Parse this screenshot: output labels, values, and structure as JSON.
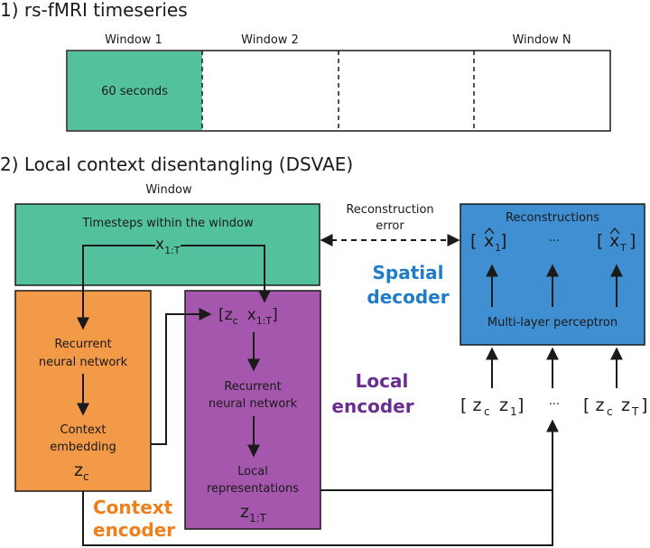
{
  "section1": {
    "title": "1)  rs-fMRI timeseries",
    "window1_label": "Window 1",
    "window2_label": "Window 2",
    "windowN_label": "Window N",
    "segment_text": "60 seconds"
  },
  "section2": {
    "title": "2)  Local context disentangling (DSVAE)",
    "window_title": "Window",
    "timesteps_text": "Timesteps within the window",
    "input_x": "x",
    "input_sub": "1:T",
    "recon_error_1": "Reconstruction",
    "recon_error_2": "error",
    "reconstructions_title": "Reconstructions",
    "xhat_1_sub": "1",
    "xhat_t_sub": "T",
    "ellipsis": "···",
    "mlp_text": "Multi-layer perceptron",
    "spatial_decoder_1": "Spatial",
    "spatial_decoder_2": "decoder",
    "context_rnn_1": "Recurrent",
    "context_rnn_2": "neural network",
    "context_emb_1": "Context",
    "context_emb_2": "embedding",
    "z_c": "z",
    "z_c_sub": "c",
    "context_encoder_1": "Context",
    "context_encoder_2": "encoder",
    "local_input_z": "[z",
    "local_input_c": "c",
    "local_input_x": "x",
    "local_input_sub": "1:T",
    "local_input_close": "]",
    "local_rnn_1": "Recurrent",
    "local_rnn_2": "neural network",
    "local_repr_1": "Local",
    "local_repr_2": "representations",
    "z_1T": "z",
    "z_1T_sub": "1:T",
    "local_encoder_1": "Local",
    "local_encoder_2": "encoder",
    "pair1_open": "[ z",
    "pair1_c": "c",
    "pair1_z": "z",
    "pair1_sub": "1",
    "pair1_close": "]",
    "pairT_open": "[ z",
    "pairT_c": "c",
    "pairT_z": "z",
    "pairT_sub": "T",
    "pairT_close": "]"
  },
  "colors": {
    "teal": "#54c19e",
    "orange": "#f39a48",
    "purple": "#a457ac",
    "blue": "#3f8fd2",
    "orange_text": "#ef7f1a",
    "purple_text": "#6a2e91",
    "blue_text": "#1f7cc8"
  }
}
